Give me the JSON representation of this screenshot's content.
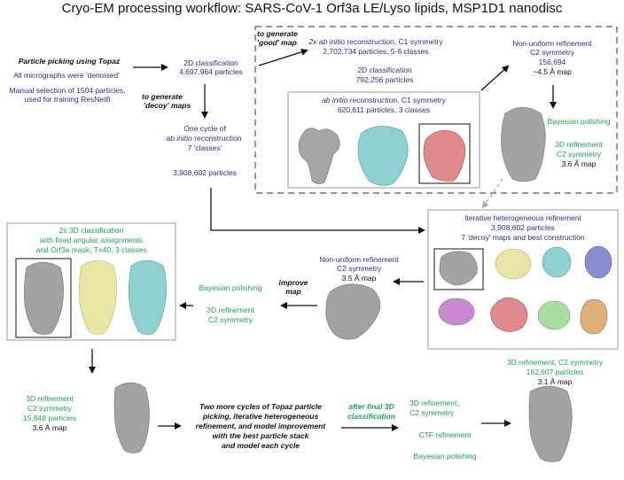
{
  "title": "Cryo-EM processing workflow: SARS-CoV-1 Orf3a LE/Lyso lipids, MSP1D1 nanodisc",
  "picking": {
    "heading": "Particle picking using Topaz",
    "line1": "All micrographs were 'denoised'",
    "line2": "Manual selection of 1504 particles,",
    "line3": "used for training ResNet8"
  },
  "class2d_main": {
    "line1": "2D classification",
    "line2": "4,697,964 particles"
  },
  "good_map": {
    "line1": "to generate",
    "line2": "'good' map"
  },
  "decoy_maps": {
    "line1": "to generate",
    "line2": "'decoy' maps"
  },
  "abinitio_2x": {
    "line1_italic": "2x ab initio",
    "line1_rest": " reconstruction, C1 symmetry",
    "line2": "2,702,734 particles, 5-6 classes"
  },
  "class2d_second": {
    "line1": "2D classification",
    "line2": "792,256 particles"
  },
  "abinitio_c1": {
    "line1_italic": "ab initio",
    "line1_rest": " reconstruction, C1 symmetry",
    "line2": "620,611 particles, 3 classes"
  },
  "nu_top": {
    "line1": "Non-uniform refinement",
    "line2": "C2 symmetry",
    "line3": "156,694",
    "line4": "~4.5 Å map"
  },
  "bayes_top": "Bayesian polishing",
  "refine_top": {
    "line1": "3D refinement",
    "line2": "C2 symmetry",
    "line3": "3.6 Å map"
  },
  "one_cycle": {
    "line1": "One cycle of",
    "line2_italic": "ab initio",
    "line2_rest": " reconstruction",
    "line3": "7 'classes'",
    "line4": "3,908,602 particles"
  },
  "hetero": {
    "line1": "Iterative heterogeneous refinement",
    "line2": "3,908,602 particles",
    "line3": "7 'decoy' maps and best construction"
  },
  "class3d": {
    "line1": "2x 3D classification",
    "line2": "with fixed angular assignments",
    "line3": "and Orf3a mask, T=40, 3 classes"
  },
  "bayes_mid": "Bayesian polishing",
  "refine_mid": {
    "line1": "3D refinement",
    "line2": "C2 symmetry"
  },
  "improve": {
    "line1": "improve",
    "line2": "map"
  },
  "nu_mid": {
    "line1": "Non-uniform refinement",
    "line2": "C2 symmetry",
    "line3": "3.5 Å map"
  },
  "refine_bottom_left": {
    "line1": "3D refinement",
    "line2": "C2 symmetry",
    "line3": "15,848 particles",
    "line4": "3.6 Å map"
  },
  "two_cycles": {
    "line1": "Two more cycles of Topaz particle",
    "line2": "picking, iterative heterogeneous",
    "line3": "refinement, and model improvement",
    "line4": "with the best particle stack",
    "line5": "and model each cycle"
  },
  "after_final": {
    "line1": "after final 3D",
    "line2": "classification"
  },
  "final_steps": {
    "line1": "3D refinement,",
    "line2": "C2 symmetry",
    "line3": "CTF refinement",
    "line4": "Bayesian polishing"
  },
  "final_result": {
    "line1": "3D refinement, C2 symmetry",
    "line2": "162,607 particles",
    "line3": "3.1 Å map"
  },
  "colors": {
    "blue_text": "#2b2f8f",
    "green_text": "#1aa64a",
    "map_grey": "#9a9a9a",
    "map_cyan": "#8fd0d0",
    "map_pink": "#e08a8e",
    "map_yellow": "#e8e6a4",
    "map_violet": "#8a8ed0",
    "map_magenta": "#c98ad2",
    "map_green": "#a8dea0",
    "map_tan": "#e0b07a"
  }
}
